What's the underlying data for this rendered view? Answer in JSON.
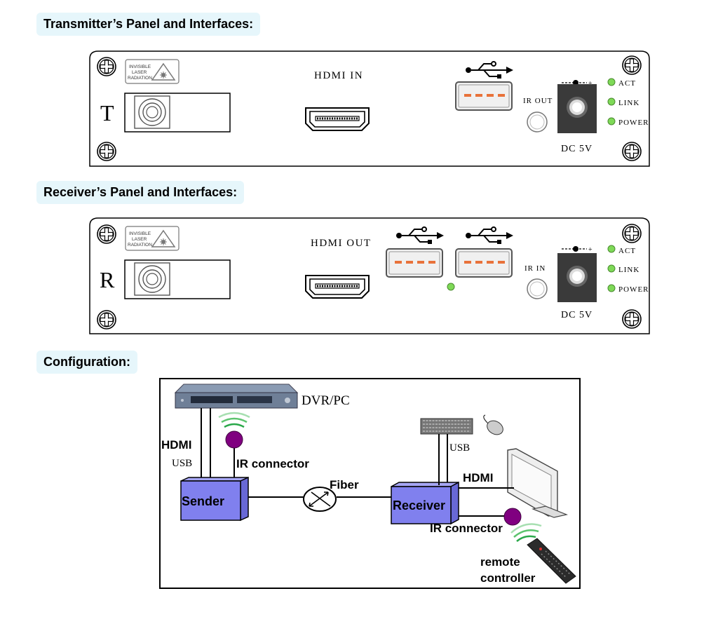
{
  "headings": {
    "transmitter": "Transmitter’s Panel and Interfaces:",
    "receiver": "Receiver’s Panel and Interfaces:",
    "configuration": "Configuration:"
  },
  "transmitter": {
    "letter": "T",
    "laser_label": [
      "INVISIBLE",
      "LASER",
      "RADIATION"
    ],
    "hdmi_label": "HDMI IN",
    "ir_label": "IR OUT",
    "dc_label": "DC 5V",
    "leds": [
      "ACT",
      "LINK",
      "POWER"
    ]
  },
  "receiver": {
    "letter": "R",
    "laser_label": [
      "INVISIBLE",
      "LASER",
      "RADIATION"
    ],
    "hdmi_label": "HDMI OUT",
    "ir_label": "IR IN",
    "dc_label": "DC 5V",
    "leds": [
      "ACT",
      "LINK",
      "POWER"
    ]
  },
  "config": {
    "dvr_label": "DVR/PC",
    "hdmi_left": "HDMI",
    "usb_left": "USB",
    "ir_connector_left": "IR connector",
    "sender": "Sender",
    "fiber": "Fiber",
    "receiver": "Receiver",
    "usb_right": "USB",
    "hdmi_right": "HDMI",
    "ir_connector_right": "IR connector",
    "remote": [
      "remote",
      "controller"
    ]
  },
  "colors": {
    "heading_bg": "#e6f6fb",
    "box_fill": "#8080ee",
    "ir_dot": "#800080",
    "led": "#7ed957",
    "usb_dash": "#e8723a"
  }
}
